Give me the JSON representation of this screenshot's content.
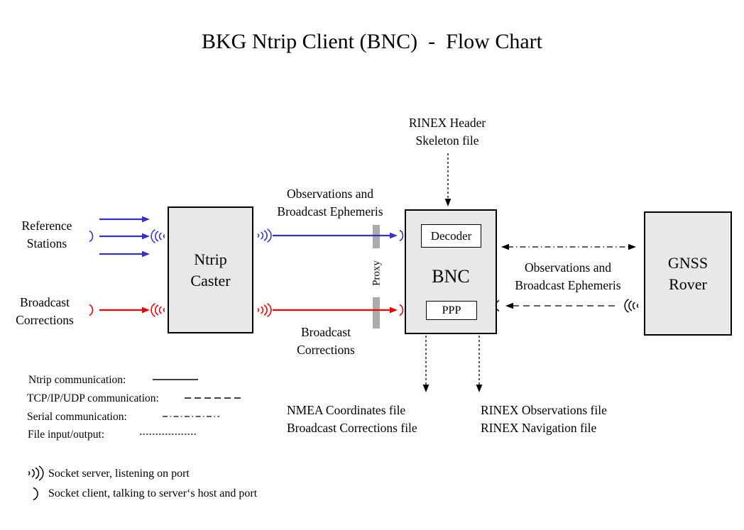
{
  "title": "BKG Ntrip Client (BNC)  -  Flow Chart",
  "colors": {
    "ntrip_blue": "#3333CC",
    "corrections_red": "#EE0000",
    "box_fill": "#E8E8E8",
    "proxy_gray": "#ABABAB",
    "line_black": "#000000"
  },
  "nodes": {
    "ntrip_caster": {
      "line1": "Ntrip",
      "line2": "Caster"
    },
    "bnc": {
      "label": "BNC",
      "decoder": "Decoder",
      "ppp": "PPP"
    },
    "gnss_rover": {
      "line1": "GNSS",
      "line2": "Rover"
    }
  },
  "labels": {
    "reference_stations": {
      "line1": "Reference",
      "line2": "Stations"
    },
    "broadcast_corrections_left": {
      "line1": "Broadcast",
      "line2": "Corrections"
    },
    "observations_top": {
      "line1": "Observations and",
      "line2": "Broadcast Ephemeris"
    },
    "broadcast_corrections_mid": {
      "line1": "Broadcast",
      "line2": "Corrections"
    },
    "proxy": "Proxy",
    "rinex_header": {
      "line1": "RINEX Header",
      "line2": "Skeleton file"
    },
    "observations_right": {
      "line1": "Observations and",
      "line2": "Broadcast Ephemeris"
    }
  },
  "outputs": {
    "left": {
      "line1": "NMEA Coordinates file",
      "line2": "Broadcast Corrections file"
    },
    "right": {
      "line1": "RINEX Observations file",
      "line2": "RINEX Navigation file"
    }
  },
  "legend": {
    "items": [
      {
        "label": "Ntrip communication:",
        "style": "solid"
      },
      {
        "label": "TCP/IP/UDP communication:",
        "style": "dashed"
      },
      {
        "label": "Serial communication:",
        "style": "dash-dot"
      },
      {
        "label": "File input/output:",
        "style": "fine-dashed"
      }
    ]
  },
  "socket_legend": {
    "server": "Socket server, listening on port",
    "client": "Socket client, talking to server‘s host and port"
  }
}
